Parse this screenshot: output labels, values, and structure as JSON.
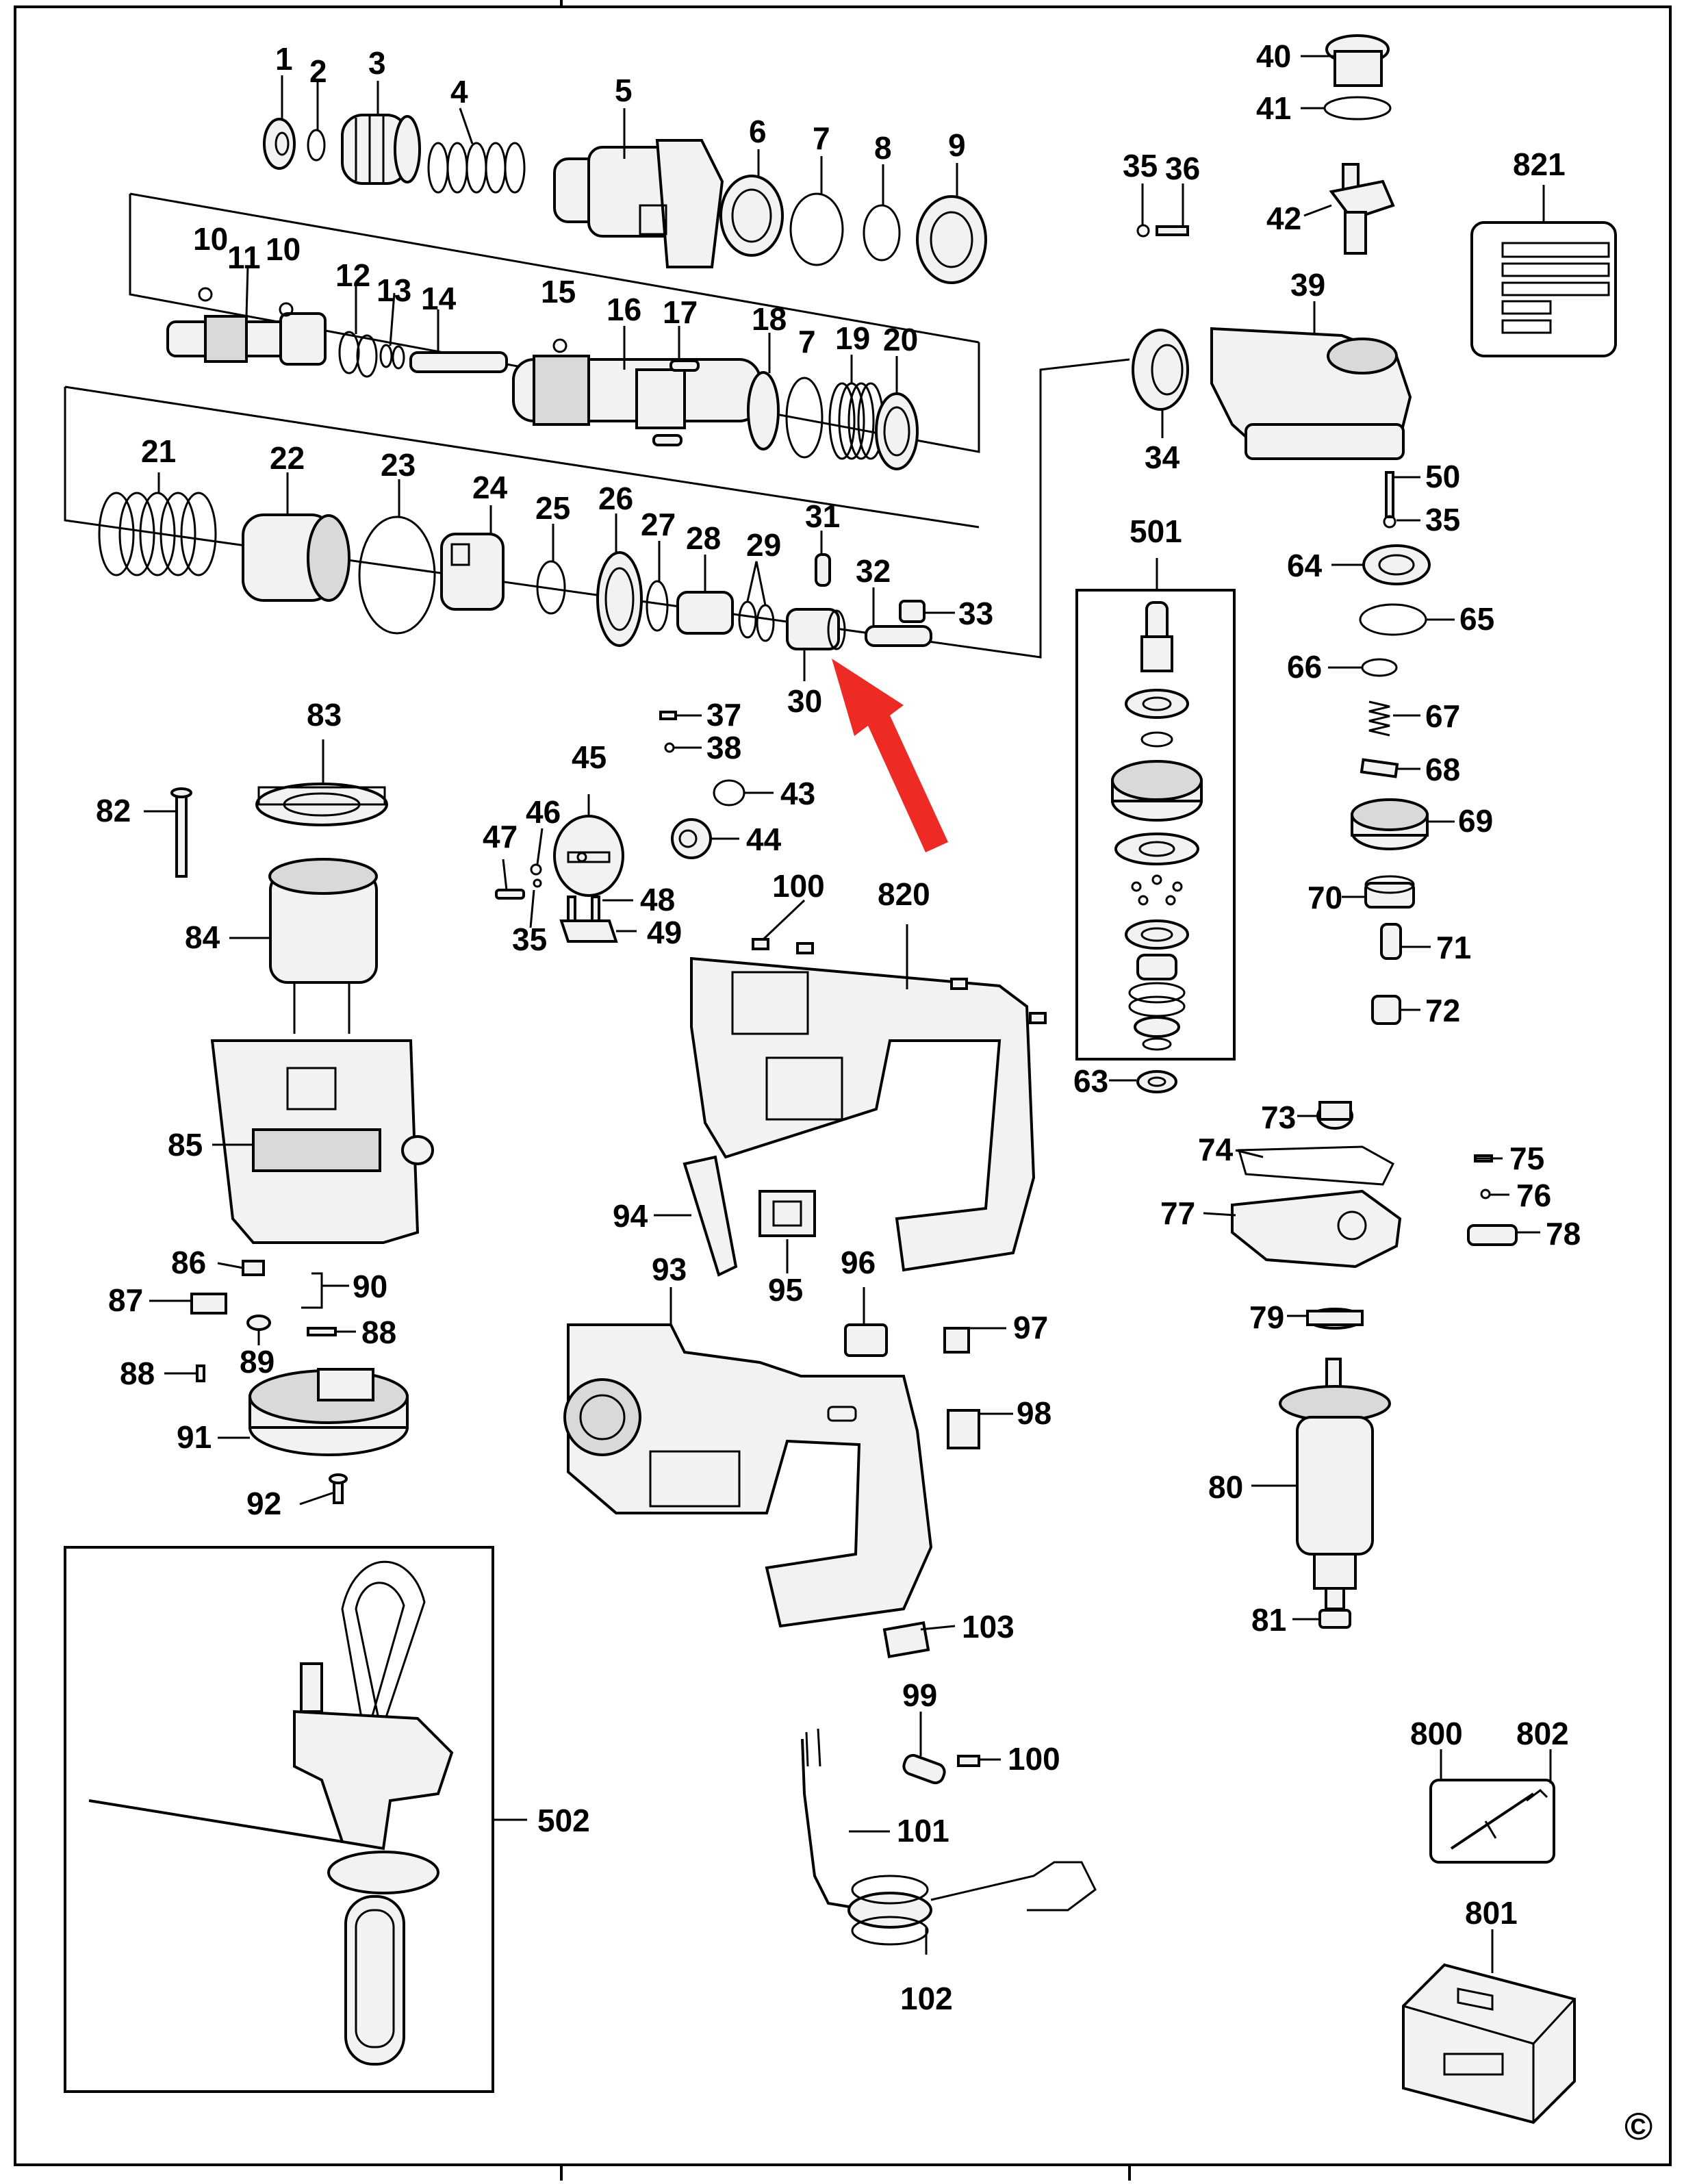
{
  "labels": {
    "p1": "1",
    "p2": "2",
    "p3": "3",
    "p4": "4",
    "p5": "5",
    "p6": "6",
    "p7a": "7",
    "p8": "8",
    "p9": "9",
    "p10a": "10",
    "p11": "11",
    "p10b": "10",
    "p12": "12",
    "p13": "13",
    "p14": "14",
    "p15": "15",
    "p16": "16",
    "p17": "17",
    "p18": "18",
    "p7b": "7",
    "p19": "19",
    "p20": "20",
    "p21": "21",
    "p22": "22",
    "p23": "23",
    "p24": "24",
    "p25": "25",
    "p26": "26",
    "p27": "27",
    "p28": "28",
    "p29": "29",
    "p30": "30",
    "p31": "31",
    "p32": "32",
    "p33": "33",
    "p34": "34",
    "p35a": "35",
    "p36": "36",
    "p39": "39",
    "p40": "40",
    "p41": "41",
    "p42": "42",
    "p821": "821",
    "p50": "50",
    "p35b": "35",
    "p64": "64",
    "p65": "65",
    "p66": "66",
    "p67": "67",
    "p68": "68",
    "p69": "69",
    "p70": "70",
    "p71": "71",
    "p72": "72",
    "p501": "501",
    "p63": "63",
    "p37": "37",
    "p38": "38",
    "p43": "43",
    "p44": "44",
    "p45": "45",
    "p46": "46",
    "p47": "47",
    "p48": "48",
    "p49": "49",
    "p35c": "35",
    "p100a": "100",
    "p820": "820",
    "p83": "83",
    "p82": "82",
    "p84": "84",
    "p85": "85",
    "p86": "86",
    "p87": "87",
    "p90": "90",
    "p88a": "88",
    "p89": "89",
    "p88b": "88",
    "p91": "91",
    "p92": "92",
    "p94": "94",
    "p95": "95",
    "p96": "96",
    "p93": "93",
    "p97": "97",
    "p98": "98",
    "p103": "103",
    "p99": "99",
    "p100b": "100",
    "p101": "101",
    "p102": "102",
    "p502": "502",
    "p73": "73",
    "p74": "74",
    "p75": "75",
    "p76": "76",
    "p77": "77",
    "p78": "78",
    "p79": "79",
    "p80": "80",
    "p81": "81",
    "p800": "800",
    "p802": "802",
    "p801": "801"
  },
  "copyright_symbol": "©",
  "colors": {
    "highlight_arrow": "#ee2a24",
    "ink": "#000000"
  }
}
